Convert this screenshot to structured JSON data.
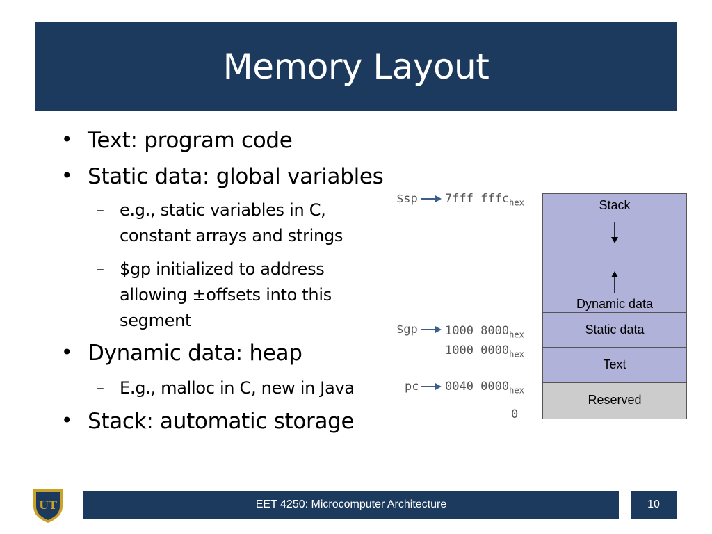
{
  "slide": {
    "title": "Memory Layout",
    "footer_text": "EET 4250: Microcomputer Architecture",
    "page_number": "10"
  },
  "bullets": [
    {
      "level": 1,
      "text": "Text: program code"
    },
    {
      "level": 1,
      "text": "Static data: global variables"
    },
    {
      "level": 2,
      "text": "e.g., static variables in C, constant arrays and strings"
    },
    {
      "level": 2,
      "text": "$gp initialized to address allowing ±offsets into this segment"
    },
    {
      "level": 1,
      "text": "Dynamic data: heap"
    },
    {
      "level": 2,
      "text": "E.g., malloc in C, new in Java"
    },
    {
      "level": 1,
      "text": "Stack: automatic storage"
    }
  ],
  "bullet_chars": {
    "level1": "•",
    "level2": "–"
  },
  "diagram": {
    "segments": {
      "stack": "Stack",
      "dynamic": "Dynamic data",
      "static": "Static data",
      "text": "Text",
      "reserved": "Reserved"
    },
    "registers": {
      "sp": "$sp",
      "gp": "$gp",
      "pc": "pc"
    },
    "addresses": {
      "sp": "7fff fffc",
      "gp": "1000 8000",
      "text_start": "1000 0000",
      "pc": "0040 0000",
      "zero": "0"
    },
    "hex_suffix": "hex",
    "colors": {
      "segment_fill": "#b1b2d9",
      "reserved_fill": "#cccccc",
      "arrow": "#3b5e8e"
    }
  },
  "colors": {
    "title_bar": "#1b3a5e",
    "footer_bar": "#1b3a5e",
    "logo_gold": "#c9a227"
  },
  "logo_text": "UT"
}
